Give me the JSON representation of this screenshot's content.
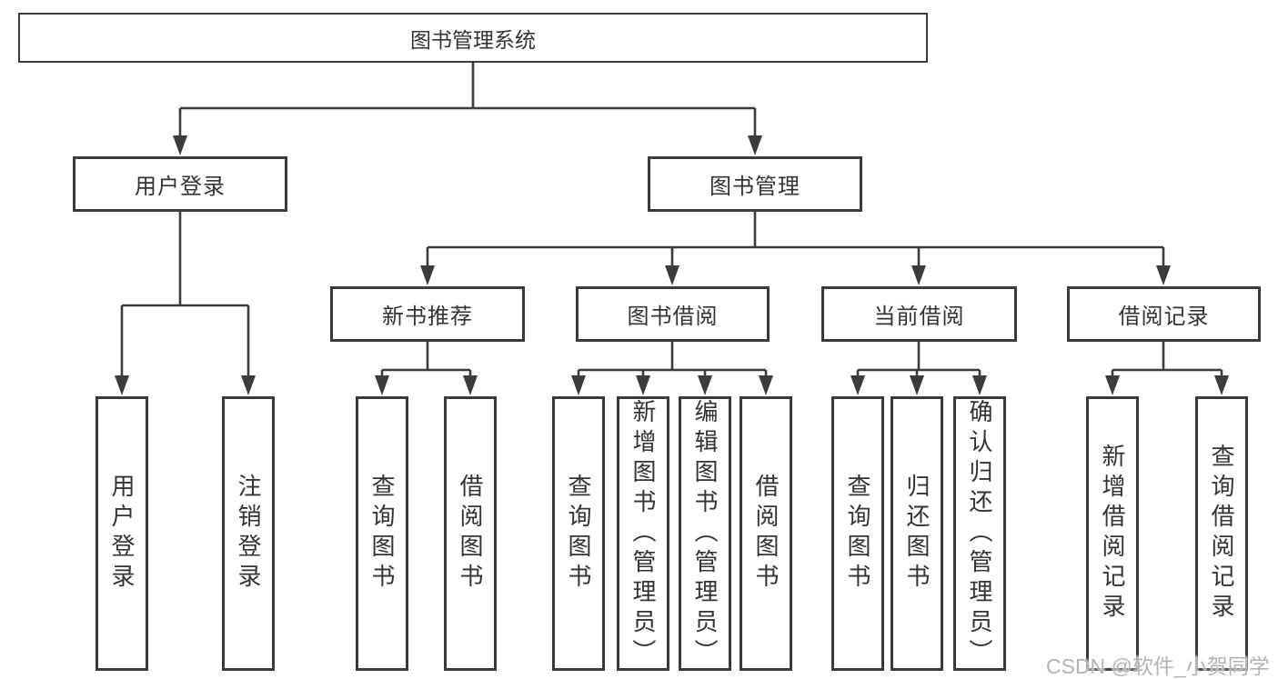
{
  "diagram": {
    "title_node": {
      "label": "图书管理系统"
    },
    "level2": [
      {
        "id": "user-login",
        "label": "用户登录"
      },
      {
        "id": "book-management",
        "label": "图书管理"
      }
    ],
    "level3": [
      {
        "id": "new-book-recommend",
        "label": "新书推荐"
      },
      {
        "id": "book-borrow",
        "label": "图书借阅"
      },
      {
        "id": "current-borrow",
        "label": "当前借阅"
      },
      {
        "id": "borrow-record",
        "label": "借阅记录"
      }
    ],
    "leaves": {
      "user_login": [
        "用户登录",
        "注销登录"
      ],
      "new_book": [
        "查询图书",
        "借阅图书"
      ],
      "book_borrow": [
        "查询图书",
        "新增图书（管理员）",
        "编辑图书（管理员）",
        "借阅图书"
      ],
      "current_borrow": [
        "查询图书",
        "归还图书",
        "确认归还（管理员）"
      ],
      "borrow_record": [
        "新增借阅记录",
        "查询借阅记录"
      ]
    }
  },
  "watermark": {
    "text": "CSDN @软件_小贺同学"
  },
  "colors": {
    "line": "#3b3b3b",
    "box_border": "#3a3a3a",
    "text": "#333333",
    "background": "#ffffff",
    "watermark": "#b3b3b3"
  }
}
